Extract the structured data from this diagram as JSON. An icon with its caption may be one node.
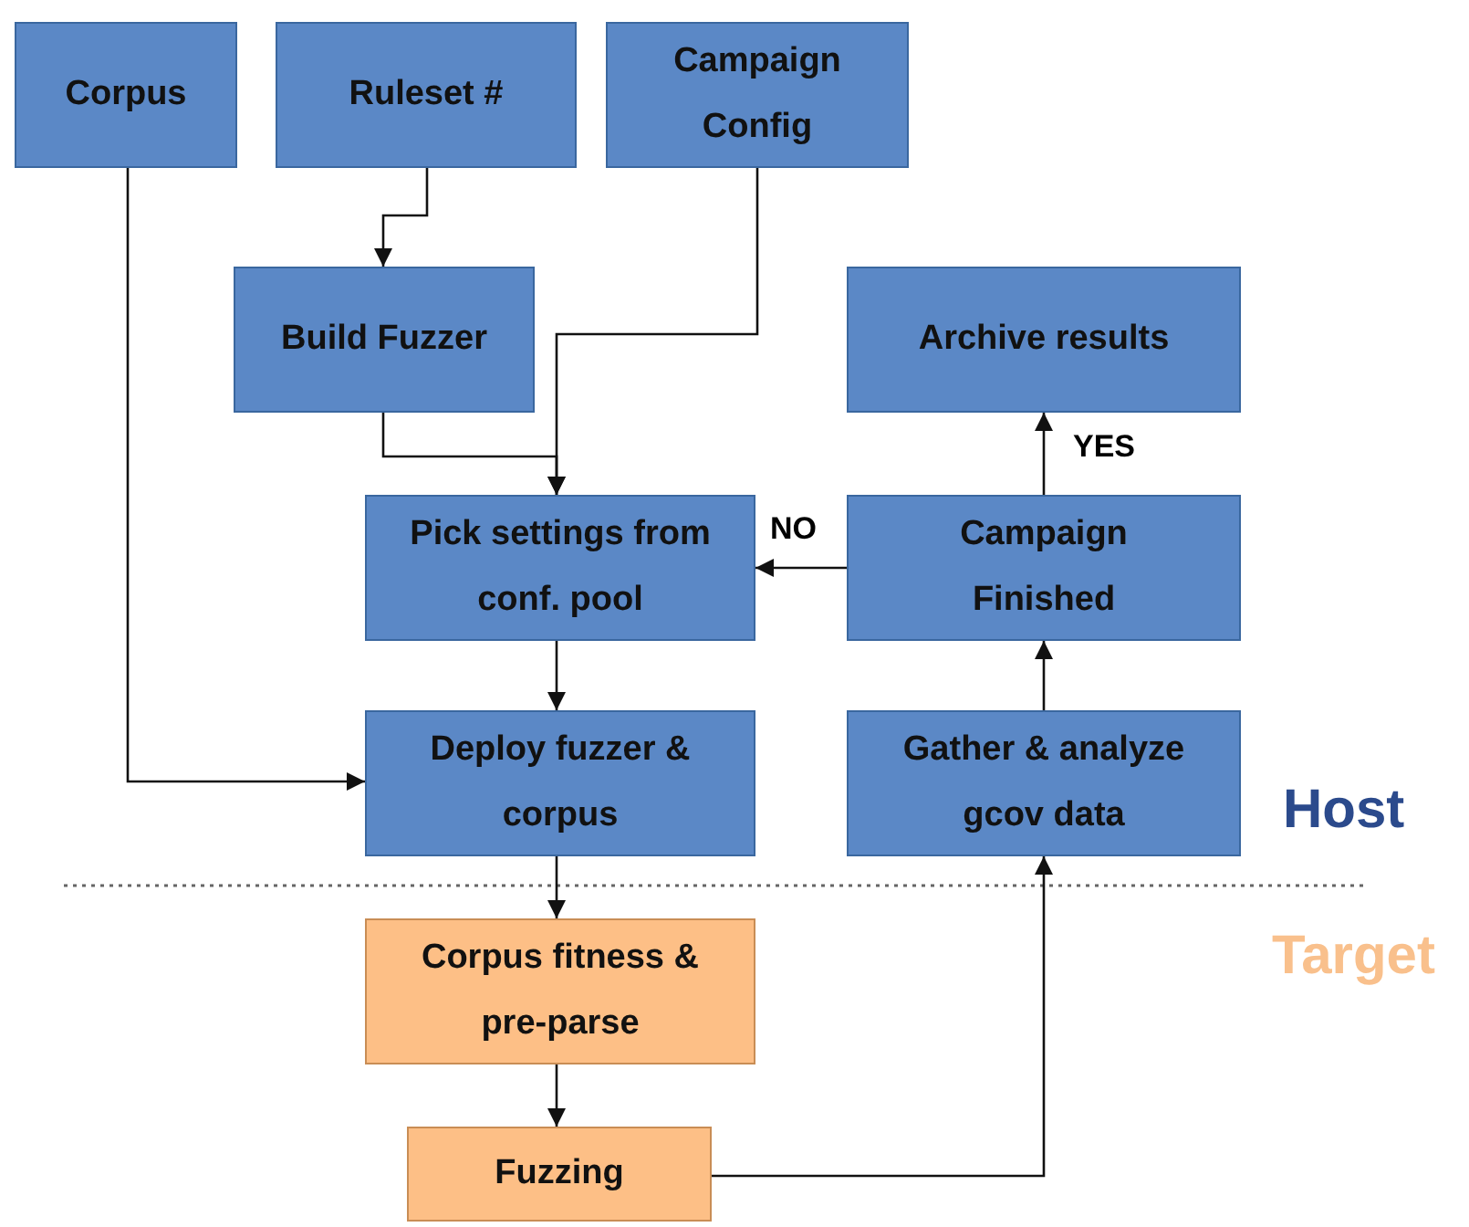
{
  "diagram": {
    "nodes": [
      {
        "text": [
          "Corpus"
        ]
      },
      {
        "text": [
          "Ruleset #"
        ]
      },
      {
        "text": [
          "Campaign Config"
        ]
      },
      {
        "text": [
          "Build Fuzzer"
        ]
      },
      {
        "text": [
          "Archive results"
        ]
      },
      {
        "text": [
          "Pick settings from conf. pool"
        ]
      },
      {
        "text": [
          "Campaign Finished"
        ]
      },
      {
        "text": [
          "Deploy fuzzer & corpus"
        ]
      },
      {
        "text": [
          "Gather & analyze gcov data"
        ]
      },
      {
        "text": [
          "Corpus fitness & pre-parse"
        ]
      },
      {
        "text": [
          "Fuzzing"
        ]
      }
    ],
    "edges": [
      {
        "from": 0,
        "to": 7,
        "arrow": "to"
      },
      {
        "from": 1,
        "to": 3,
        "arrow": "to"
      },
      {
        "from": 3,
        "to": 5,
        "arrow": "to"
      },
      {
        "from": 2,
        "to": 5,
        "arrow": "to"
      },
      {
        "from": 5,
        "to": 7,
        "arrow": "to"
      },
      {
        "from": 6,
        "to": 5,
        "arrow": "to",
        "label": "NO"
      },
      {
        "from": 6,
        "to": 4,
        "arrow": "to",
        "label": "YES"
      },
      {
        "from": 8,
        "to": 6,
        "arrow": "to"
      },
      {
        "from": 7,
        "to": 9,
        "arrow": "to"
      },
      {
        "from": 9,
        "to": 10,
        "arrow": "to"
      },
      {
        "from": 10,
        "to": 8,
        "arrow": "to"
      }
    ],
    "labels": [
      "Host",
      "Target"
    ]
  }
}
